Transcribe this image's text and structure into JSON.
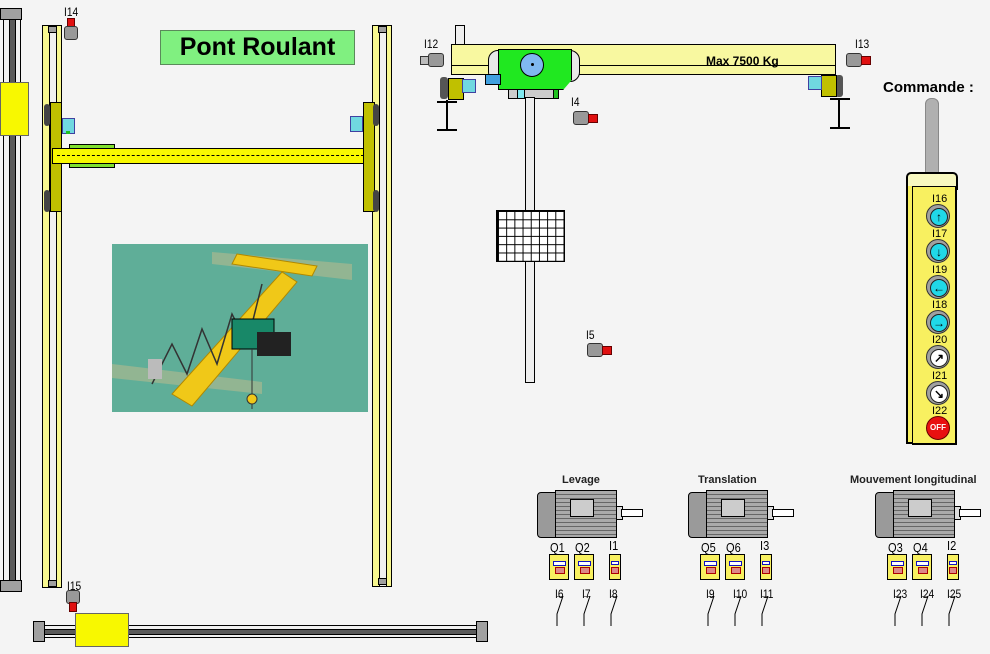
{
  "title": "Pont Roulant",
  "bridge": {
    "capacity_label": "Max 7500 Kg"
  },
  "sensors": {
    "i12": "I12",
    "i13": "I13",
    "i14": "I14",
    "i15": "I15",
    "i4": "I4",
    "i5": "I5"
  },
  "pendant": {
    "title": "Commande :",
    "buttons": [
      {
        "label": "I16",
        "icon": "arrow-up-icon",
        "glyph": "↑",
        "color": "#20d8e8"
      },
      {
        "label": "I17",
        "icon": "arrow-down-icon",
        "glyph": "↓",
        "color": "#20d8e8"
      },
      {
        "label": "I19",
        "icon": "arrow-left-icon",
        "glyph": "←",
        "color": "#20d8e8"
      },
      {
        "label": "I18",
        "icon": "arrow-right-icon",
        "glyph": "→",
        "color": "#20d8e8"
      },
      {
        "label": "I20",
        "icon": "arrow-up-right-icon",
        "glyph": "↗",
        "color": "#ffffff"
      },
      {
        "label": "I21",
        "icon": "arrow-down-right-icon",
        "glyph": "↘",
        "color": "#ffffff"
      },
      {
        "label": "I22",
        "icon": "off-icon",
        "glyph": "OFF",
        "color": "#e81010"
      }
    ]
  },
  "motors": [
    {
      "name": "Levage",
      "contactors": [
        "Q1",
        "Q2"
      ],
      "relay": "I1",
      "switches": [
        "I6",
        "I7",
        "I8"
      ]
    },
    {
      "name": "Translation",
      "contactors": [
        "Q5",
        "Q6"
      ],
      "relay": "I3",
      "switches": [
        "I9",
        "I10",
        "I11"
      ]
    },
    {
      "name": "Mouvement longitudinal",
      "contactors": [
        "Q3",
        "Q4"
      ],
      "relay": "I2",
      "switches": [
        "I23",
        "I24",
        "I25"
      ]
    }
  ],
  "colors": {
    "background": "#f4f4f4",
    "title_bg": "#80f080",
    "beam_yellow": "#f8f800",
    "rail_yellow": "#f8f890",
    "trolley_green": "#20e820",
    "sensor_red": "#e01010",
    "photo_bg": "#5fae98"
  }
}
